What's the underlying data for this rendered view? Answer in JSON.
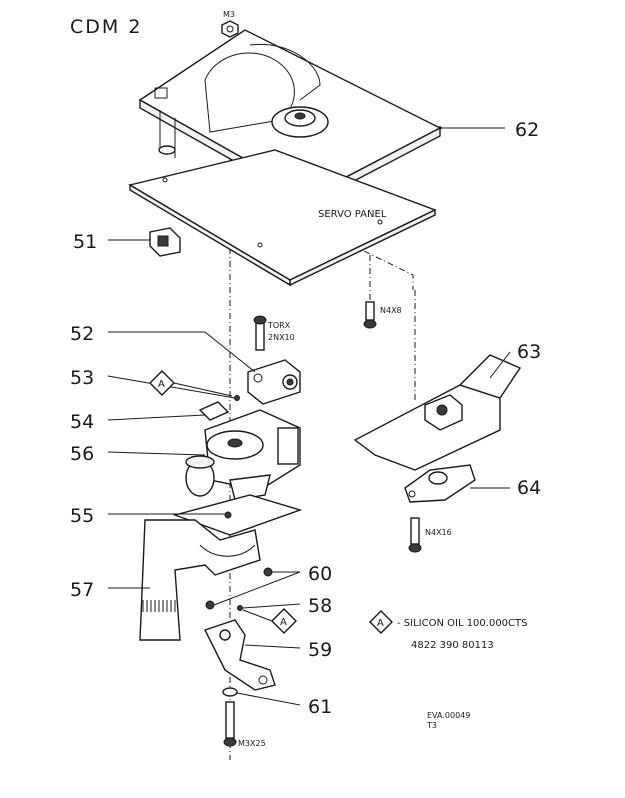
{
  "title": "CDM 2",
  "callouts": {
    "c51": "51",
    "c52": "52",
    "c53": "53",
    "c54": "54",
    "c55": "55",
    "c56": "56",
    "c57": "57",
    "c58": "58",
    "c59": "59",
    "c60": "60",
    "c61": "61",
    "c62": "62",
    "c63": "63",
    "c64": "64"
  },
  "labels": {
    "m3": "M3",
    "servo_panel": "SERVO PANEL",
    "n4x8": "N4X8",
    "torx": "TORX",
    "torx_size": "2NX10",
    "n4x16": "N4X16",
    "m3x25": "M3X25",
    "diamond_a": "A"
  },
  "legend": {
    "symbol": "A",
    "line1": "- SILICON OIL 100.000CTS",
    "line2": "4822 390 80113"
  },
  "reference": {
    "code": "EVA.00049",
    "sheet": "T3"
  }
}
